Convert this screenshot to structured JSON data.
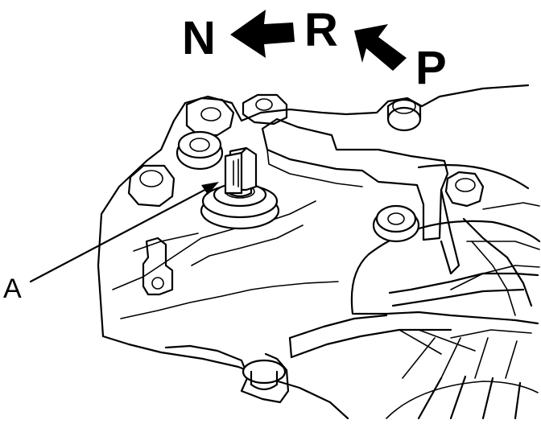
{
  "positions": {
    "n": "N",
    "r": "R",
    "p": "P"
  },
  "callout": {
    "label": "A"
  },
  "colors": {
    "ink": "#000000",
    "paper": "#ffffff"
  },
  "icons": {
    "arrow_r_to_n": "arrow-left-icon",
    "arrow_p_to_r": "arrow-up-left-icon"
  }
}
